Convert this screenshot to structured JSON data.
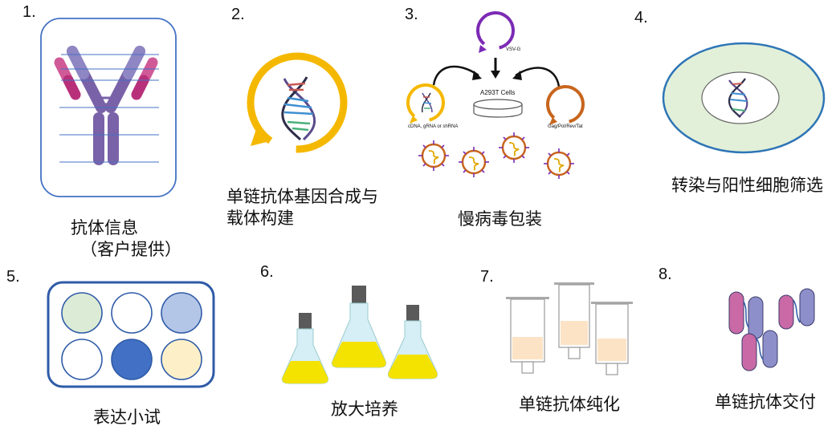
{
  "steps": [
    {
      "number": "1.",
      "caption_line1": "抗体信息",
      "caption_line2": "（客户提供）"
    },
    {
      "number": "2.",
      "caption_line1": "单链抗体基因合成与",
      "caption_line2": "载体构建"
    },
    {
      "number": "3.",
      "caption": "慢病毒包装",
      "labels": {
        "vsvg": "VSV-G",
        "cell": "A293T Cells",
        "left_plasmid": "cDNA, gRNA or shRNA",
        "right_plasmid": "Gag/Pol/Rev/Tat"
      }
    },
    {
      "number": "4.",
      "caption": "转染与阳性细胞筛选"
    },
    {
      "number": "5.",
      "caption": "表达小试"
    },
    {
      "number": "6.",
      "caption": "放大培养"
    },
    {
      "number": "7.",
      "caption": "单链抗体纯化"
    },
    {
      "number": "8.",
      "caption": "单链抗体交付"
    }
  ],
  "colors": {
    "antibody_purple": "#7a62a8",
    "antibody_light": "#8f86c4",
    "antibody_pink": "#c9478a",
    "plasmid_yellow": "#f5b800",
    "plasmid_purple": "#7c2bb5",
    "plasmid_orange": "#c8651d",
    "dish_blue": "#2f5ba8",
    "cell_green": "#e2f0d9",
    "flask_yellow": "#f4e200",
    "dark_blue_well": "#4170c4",
    "light_blue_well": "#b4c6e7",
    "cream_well": "#fdf0c9",
    "green_well": "#dcebd5",
    "bead": "#fce3c5"
  }
}
